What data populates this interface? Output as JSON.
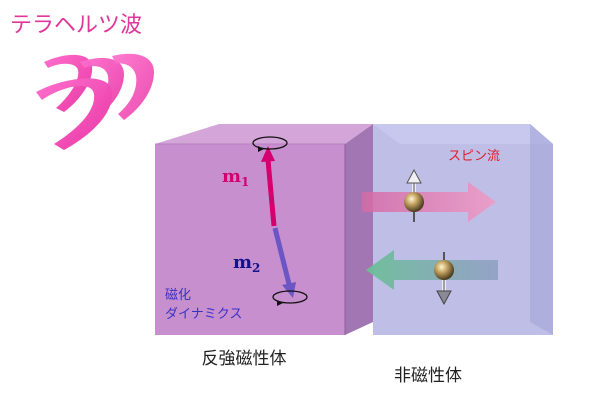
{
  "title": "テラヘルツ波",
  "labels": {
    "m1": "m",
    "m1_sub": "1",
    "m2": "m",
    "m2_sub": "2",
    "dynamics_line1": "磁化",
    "dynamics_line2": "ダイナミクス",
    "spin_current": "スピン流",
    "afm": "反強磁性体",
    "nm": "非磁性体"
  },
  "colors": {
    "title": "#e0389a",
    "wave": "#f24fb9",
    "afm_front": "#c787cc",
    "nm_front": "#b3b2e3",
    "m1": "#d4006e",
    "m2": "#6c55c4",
    "m1_label": "#d4006e",
    "m2_label": "#12128c",
    "dynamics_label": "#3a32c6",
    "spin_current_label": "#e21d2c",
    "arrow_pink": "#e788b6",
    "arrow_green": "#7ec0a6",
    "text_dark": "#222222"
  },
  "icons": [
    "terahertz-wave-icon",
    "precession-orbit-icon",
    "spin-ball-icon"
  ]
}
